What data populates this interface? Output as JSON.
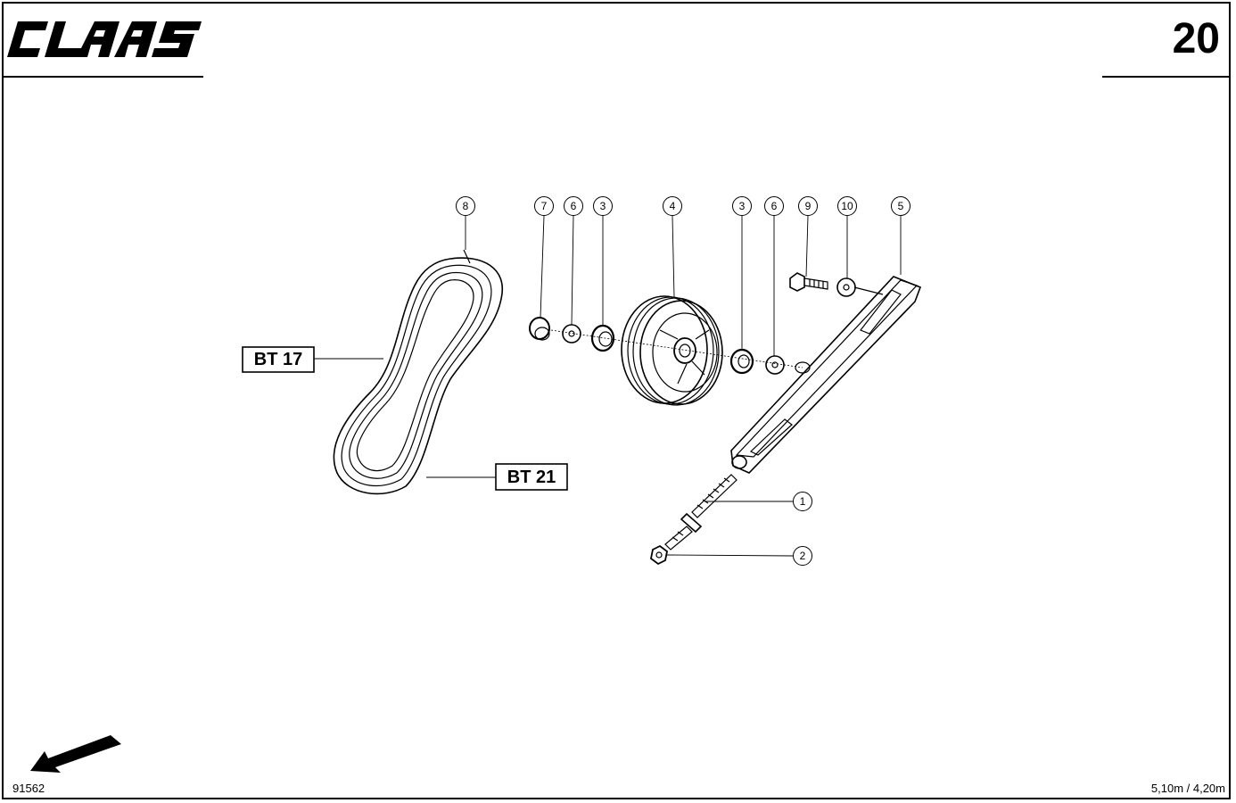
{
  "header": {
    "brand": "CLAAS",
    "page_number": "20"
  },
  "callouts": [
    {
      "id": "8",
      "label": "8"
    },
    {
      "id": "7",
      "label": "7"
    },
    {
      "id": "6a",
      "label": "6"
    },
    {
      "id": "3a",
      "label": "3"
    },
    {
      "id": "4",
      "label": "4"
    },
    {
      "id": "3b",
      "label": "3"
    },
    {
      "id": "6b",
      "label": "6"
    },
    {
      "id": "9",
      "label": "9"
    },
    {
      "id": "10",
      "label": "10"
    },
    {
      "id": "5",
      "label": "5"
    },
    {
      "id": "1",
      "label": "1"
    },
    {
      "id": "2",
      "label": "2"
    }
  ],
  "references": {
    "bt17": "BT 17",
    "bt21": "BT 21"
  },
  "footer": {
    "drawing_number": "91562",
    "variant": "5,10m / 4,20m"
  },
  "icons": {
    "logo": "claas-logo",
    "direction": "direction-arrow-icon"
  }
}
